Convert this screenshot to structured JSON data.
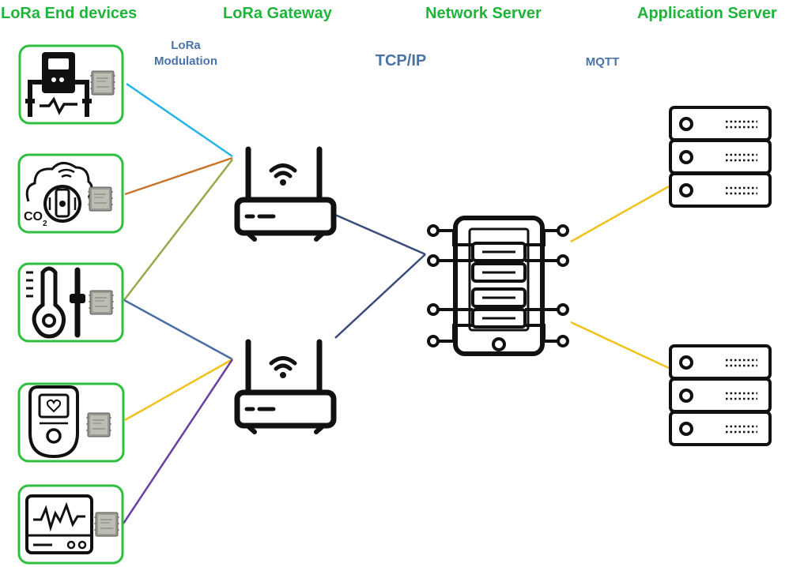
{
  "headers": {
    "end_devices": "LoRa End devices",
    "gateway": "LoRa Gateway",
    "network_server": "Network Server",
    "application_server": "Application Server"
  },
  "protocols": {
    "lora_line1": "LoRa",
    "lora_line2": "Modulation",
    "tcpip": "TCP/IP",
    "mqtt": "MQTT"
  },
  "colors": {
    "header_green": "#1fb43a",
    "device_border": "#2fbf3f",
    "protocol_text": "#4a74a8",
    "link_cyan": "#25b4e6",
    "link_orange": "#c8732a",
    "link_olive": "#9aa84c",
    "link_blue": "#4a6fa5",
    "link_yellow": "#f0c21a",
    "link_purple": "#6a3fa0",
    "link_navy": "#3a4a7a"
  },
  "devices": [
    {
      "icon": "power-meter-icon"
    },
    {
      "icon": "co2-sensor-icon"
    },
    {
      "icon": "thermometer-icon"
    },
    {
      "icon": "health-monitor-icon"
    },
    {
      "icon": "ecg-monitor-icon"
    }
  ],
  "gateways": [
    {
      "icon": "wifi-router-icon"
    },
    {
      "icon": "wifi-router-icon"
    }
  ],
  "network_server_icon": "server-circuit-icon",
  "application_servers": [
    {
      "icon": "server-rack-icon"
    },
    {
      "icon": "server-rack-icon"
    }
  ]
}
